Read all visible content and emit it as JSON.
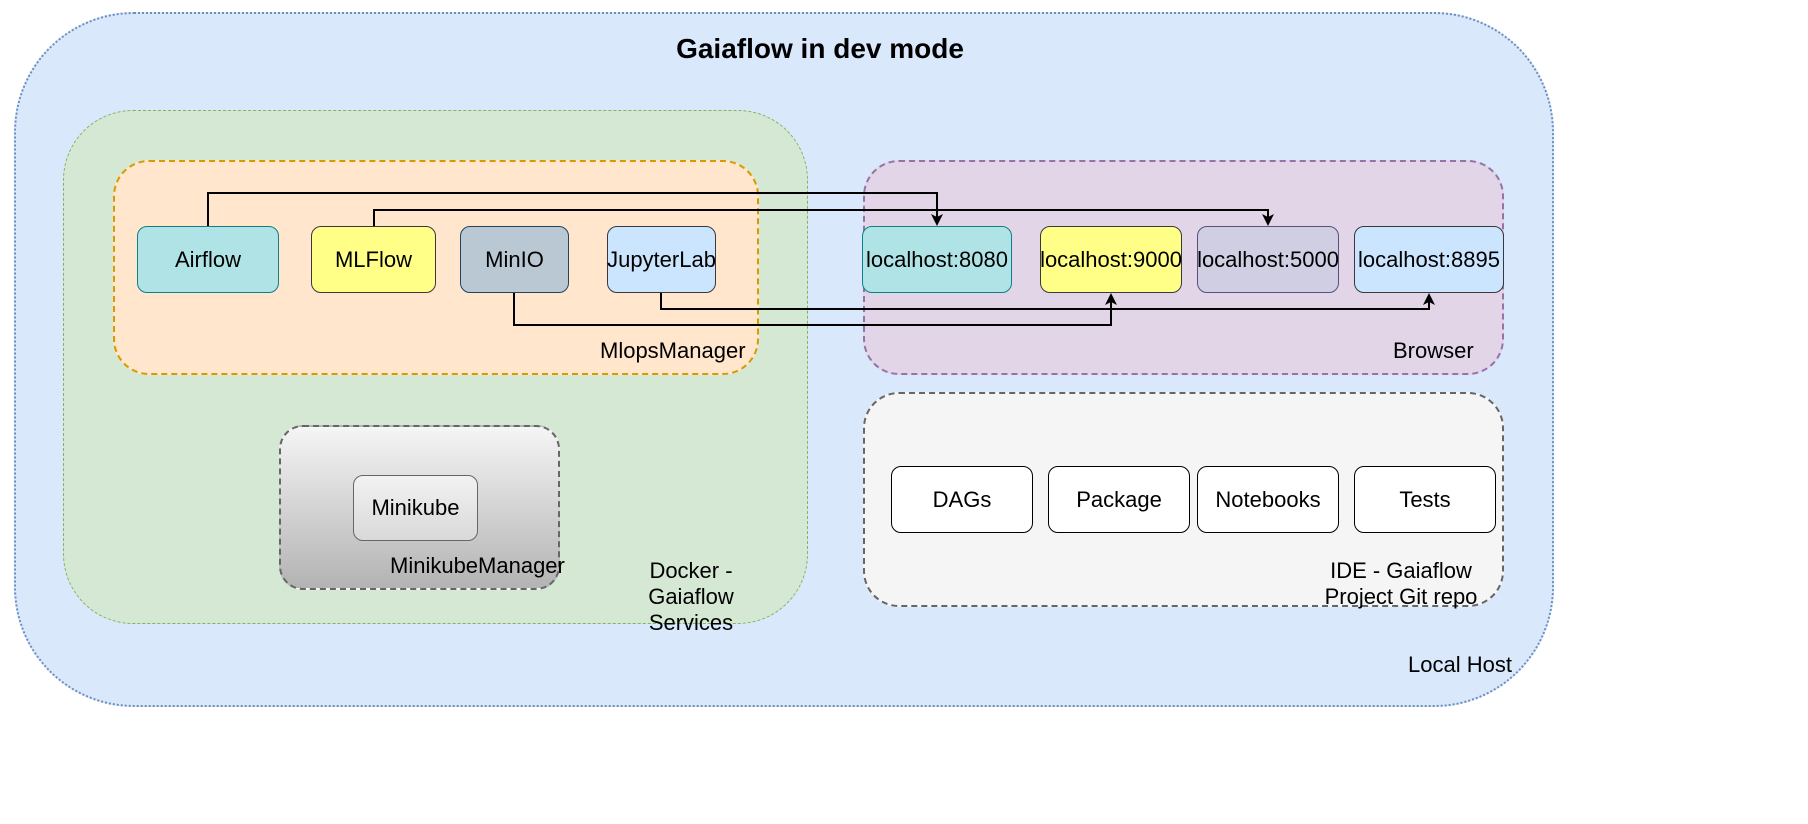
{
  "title": "Gaiaflow in dev mode",
  "regions": {
    "local_host": "Local Host",
    "docker": "Docker - Gaiaflow Services",
    "mlops": "MlopsManager",
    "minikube_manager": "MinikubeManager",
    "browser": "Browser",
    "ide": "IDE - Gaiaflow Project Git repo"
  },
  "services": {
    "airflow": "Airflow",
    "mlflow": "MLFlow",
    "minio": "MinIO",
    "jupyterlab": "JupyterLab",
    "minikube": "Minikube"
  },
  "browser_tabs": {
    "p8080": "localhost:8080",
    "p9000": "localhost:9000",
    "p5000": "localhost:5000",
    "p8895": "localhost:8895"
  },
  "ide_items": {
    "dags": "DAGs",
    "package": "Package",
    "notebooks": "Notebooks",
    "tests": "Tests"
  },
  "connections": [
    {
      "from": "Airflow",
      "to": "localhost:8080"
    },
    {
      "from": "MLFlow",
      "to": "localhost:5000"
    },
    {
      "from": "MinIO",
      "to": "localhost:9000"
    },
    {
      "from": "JupyterLab",
      "to": "localhost:8895"
    }
  ],
  "colors": {
    "local_host_fill": "#dae8fc",
    "docker_fill": "#d5e8d4",
    "mlops_fill": "#ffe6cc",
    "browser_fill": "#e1d5e7",
    "ide_fill": "#f5f5f5",
    "airflow_fill": "#b0e3e6",
    "mlflow_fill": "#ffff88",
    "minio_fill": "#bac8d3",
    "jupyter_fill": "#cce5ff",
    "p5000_fill": "#d0cee2"
  }
}
